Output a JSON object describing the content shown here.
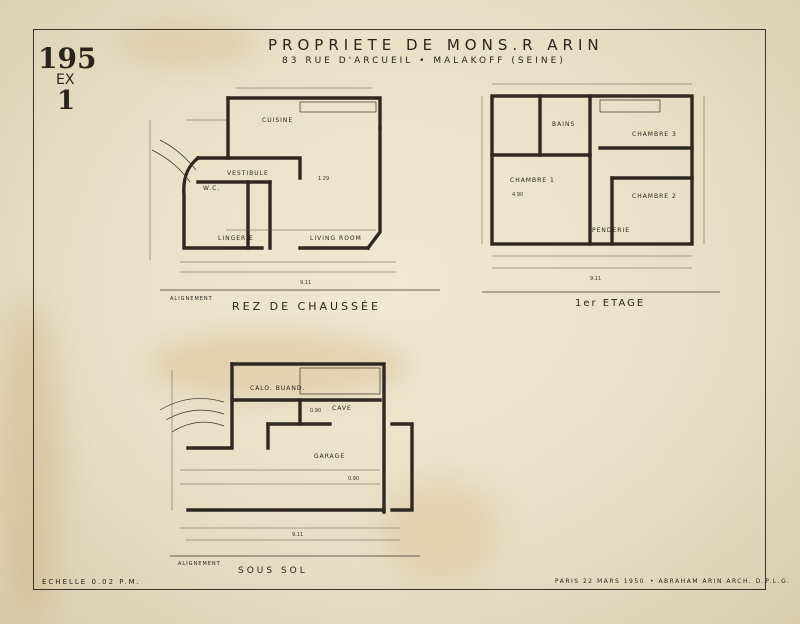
{
  "sheet": {
    "number_top": "195",
    "number_mid": "EX",
    "number_bottom": "1",
    "title": "PROPRIETE DE MONS.R ARIN",
    "address": "83 RUE D'ARCUEIL • MALAKOFF (SEINE)"
  },
  "floors": {
    "ground": {
      "label": "REZ DE CHAUSSÉE",
      "rooms": [
        "CUISINE",
        "VESTIBULE",
        "LINGERIE",
        "LIVING ROOM",
        "W.C."
      ],
      "alignment": "ALIGNEMENT"
    },
    "first": {
      "label": "1er ETAGE",
      "rooms": [
        "BAINS",
        "CHAMBRE 1",
        "CHAMBRE 2",
        "CHAMBRE 3",
        "PENDERIE"
      ]
    },
    "basement": {
      "label": "SOUS SOL",
      "rooms": [
        "CALO. BUAND.",
        "CAVE",
        "GARAGE"
      ],
      "alignment": "ALIGNEMENT"
    }
  },
  "footer": {
    "scale": "ECHELLE 0.02 P.M.",
    "place_date": "PARIS 22 MARS 1950",
    "architect": "• ABRAHAM ARIN ARCH. D.P.L.G."
  },
  "colors": {
    "paper": "#e8dfc6",
    "ink": "#2e2820",
    "stain": "#c9974f"
  }
}
